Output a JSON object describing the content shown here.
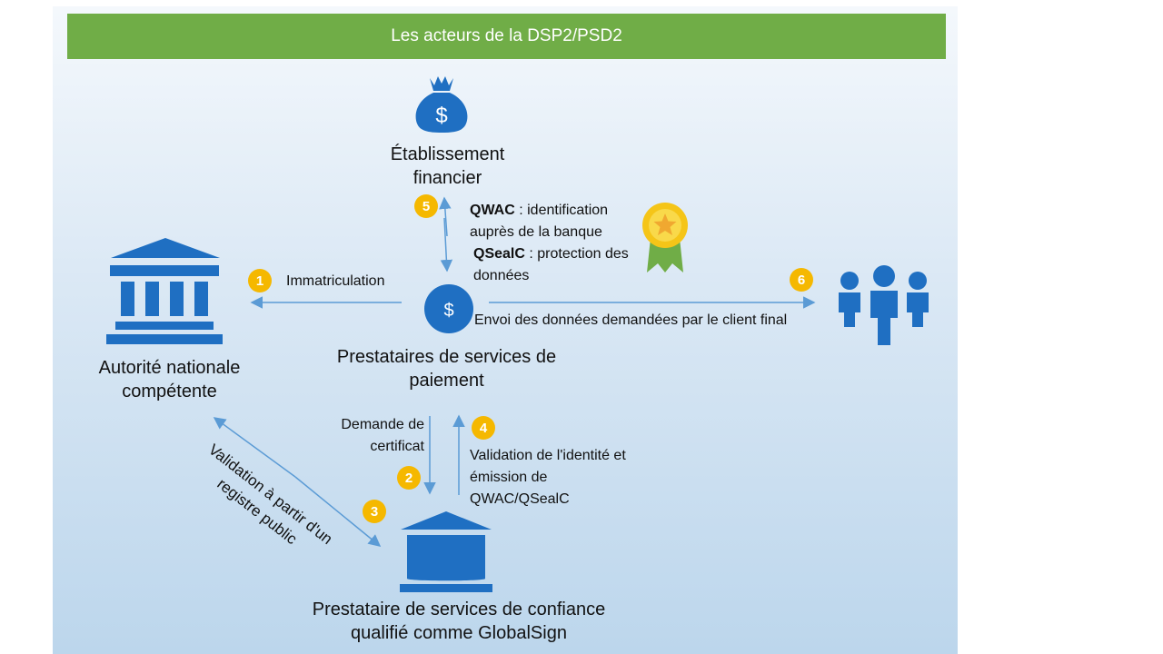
{
  "title": "Les acteurs de la DSP2/PSD2",
  "nodes": {
    "financial": "Établissement financier",
    "authority": "Autorité nationale compétente",
    "psp": "Prestataires de services de paiement",
    "qtsp": "Prestataire de services de confiance qualifié comme GlobalSign"
  },
  "edges": {
    "e1": "Immatriculation",
    "e2": "Demande de certificat",
    "e3": "Validation à partir d'un registre public",
    "e4": "Validation de l'identité et émission de QWAC/QSealC",
    "e5a_bold": "QWAC",
    "e5a": " : identification auprès de la banque",
    "e5b_bold": "QSealC",
    "e5b": " : protection des données",
    "e6": "Envoi des données demandées par le client final"
  },
  "badges": {
    "b1": "1",
    "b2": "2",
    "b3": "3",
    "b4": "4",
    "b5": "5",
    "b6": "6"
  },
  "colors": {
    "icon": "#1f6fc2",
    "badge": "#f5b800",
    "header": "#70ad47",
    "arrow": "#5b9bd5"
  }
}
